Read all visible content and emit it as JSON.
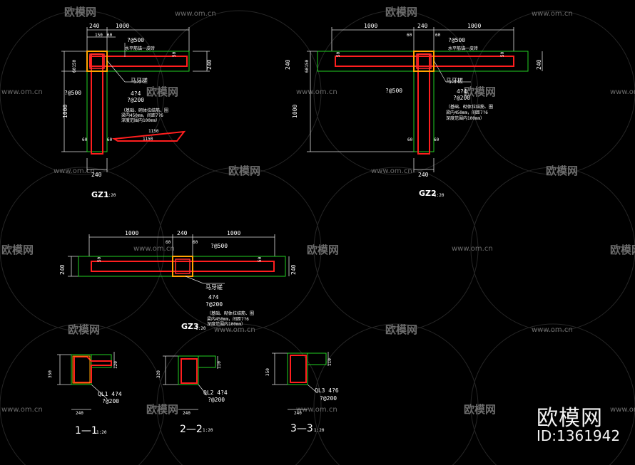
{
  "watermark": {
    "url": "www.om.cn",
    "brand": "欧模网"
  },
  "corner": {
    "brand": "欧模网",
    "id": "ID:1361942"
  },
  "dims": {
    "d1000": "1000",
    "d240": "240",
    "d150": "150",
    "d60": "60",
    "d1150": "1150",
    "d350": "350",
    "d320": "320",
    "d110": "110",
    "d120": "120",
    "d50": "50",
    "d60150": "60150",
    "d500": "?@500"
  },
  "notes": {
    "fence": "水平筋锚一皮砖",
    "horse_tooth": "马牙槎",
    "rebar_4": "4?4",
    "stirrup_200": "?@200",
    "note1": "（基础、砌体拉结筋、圈",
    "note2": "梁内450mm，间距7?6",
    "note3": "深度范围内100mm）"
  },
  "titles": {
    "gz1": "GZ1",
    "gz2": "GZ2",
    "gz3": "GZ3",
    "scale": "1:20",
    "s1": "1—1",
    "s2": "2—2",
    "s3": "3—3"
  },
  "beams": {
    "ql1": "QL1  4?4",
    "ql2": "QL2  4?4",
    "ql3": "QL3  4?6",
    "stirrup": "?@200"
  }
}
